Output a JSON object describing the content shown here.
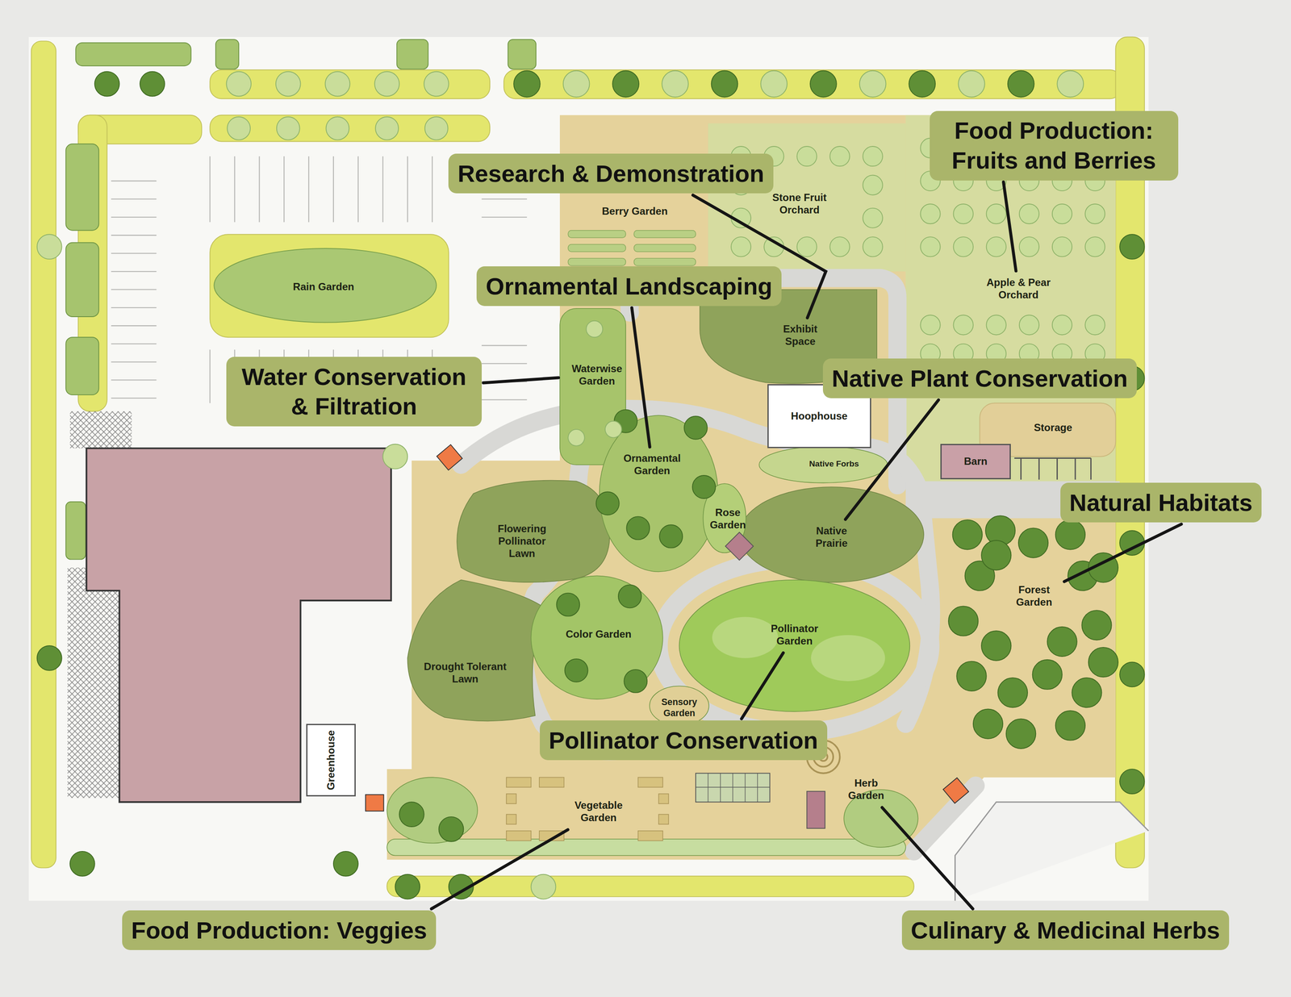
{
  "diagram": {
    "nodes": [
      {
        "text": [
          "Food Production: Fruits and Berries"
        ]
      },
      {
        "text": [
          "Research & Demonstration"
        ]
      },
      {
        "text": [
          "Berry Garden"
        ]
      },
      {
        "text": [
          "Stone Fruit Orchard"
        ]
      },
      {
        "text": [
          "Apple & Pear Orchard"
        ]
      },
      {
        "text": [
          "Ornamental Landscaping"
        ]
      },
      {
        "text": [
          "Rain Garden"
        ]
      },
      {
        "text": [
          "Exhibit Space"
        ]
      },
      {
        "text": [
          "Water Conservation & Filtration"
        ]
      },
      {
        "text": [
          "Waterwise Garden"
        ]
      },
      {
        "text": [
          "Native Plant Conservation"
        ]
      },
      {
        "text": [
          "Hoophouse"
        ]
      },
      {
        "text": [
          "Storage"
        ]
      },
      {
        "text": [
          "Barn"
        ]
      },
      {
        "text": [
          "Ornamental Garden"
        ]
      },
      {
        "text": [
          "Native Forbs"
        ]
      },
      {
        "text": [
          "Natural Habitats"
        ]
      },
      {
        "text": [
          "Rose Garden"
        ]
      },
      {
        "text": [
          "Flowering Pollinator Lawn"
        ]
      },
      {
        "text": [
          "Native Prairie"
        ]
      },
      {
        "text": [
          "Forest Garden"
        ]
      },
      {
        "text": [
          "Color Garden"
        ]
      },
      {
        "text": [
          "Pollinator Garden"
        ]
      },
      {
        "text": [
          "Drought Tolerant Lawn"
        ]
      },
      {
        "text": [
          "Sensory Garden"
        ]
      },
      {
        "text": [
          "Pollinator Conservation"
        ]
      },
      {
        "text": [
          "Greenhouse"
        ]
      },
      {
        "text": [
          "Herb Garden"
        ]
      },
      {
        "text": [
          "Vegetable Garden"
        ]
      },
      {
        "text": [
          "Food Production: Veggies"
        ]
      },
      {
        "text": [
          "Culinary & Medicinal Herbs"
        ]
      }
    ],
    "edges": [
      {
        "from": 0,
        "to": 4,
        "arrow": "none"
      },
      {
        "from": 1,
        "to": 7,
        "arrow": "none"
      },
      {
        "from": 5,
        "to": 14,
        "arrow": "none"
      },
      {
        "from": 8,
        "to": 9,
        "arrow": "none"
      },
      {
        "from": 10,
        "to": 19,
        "arrow": "none"
      },
      {
        "from": 16,
        "to": 20,
        "arrow": "none"
      },
      {
        "from": 25,
        "to": 22,
        "arrow": "none"
      },
      {
        "from": 29,
        "to": 28,
        "arrow": "none"
      },
      {
        "from": 30,
        "to": 27,
        "arrow": "none"
      }
    ]
  }
}
